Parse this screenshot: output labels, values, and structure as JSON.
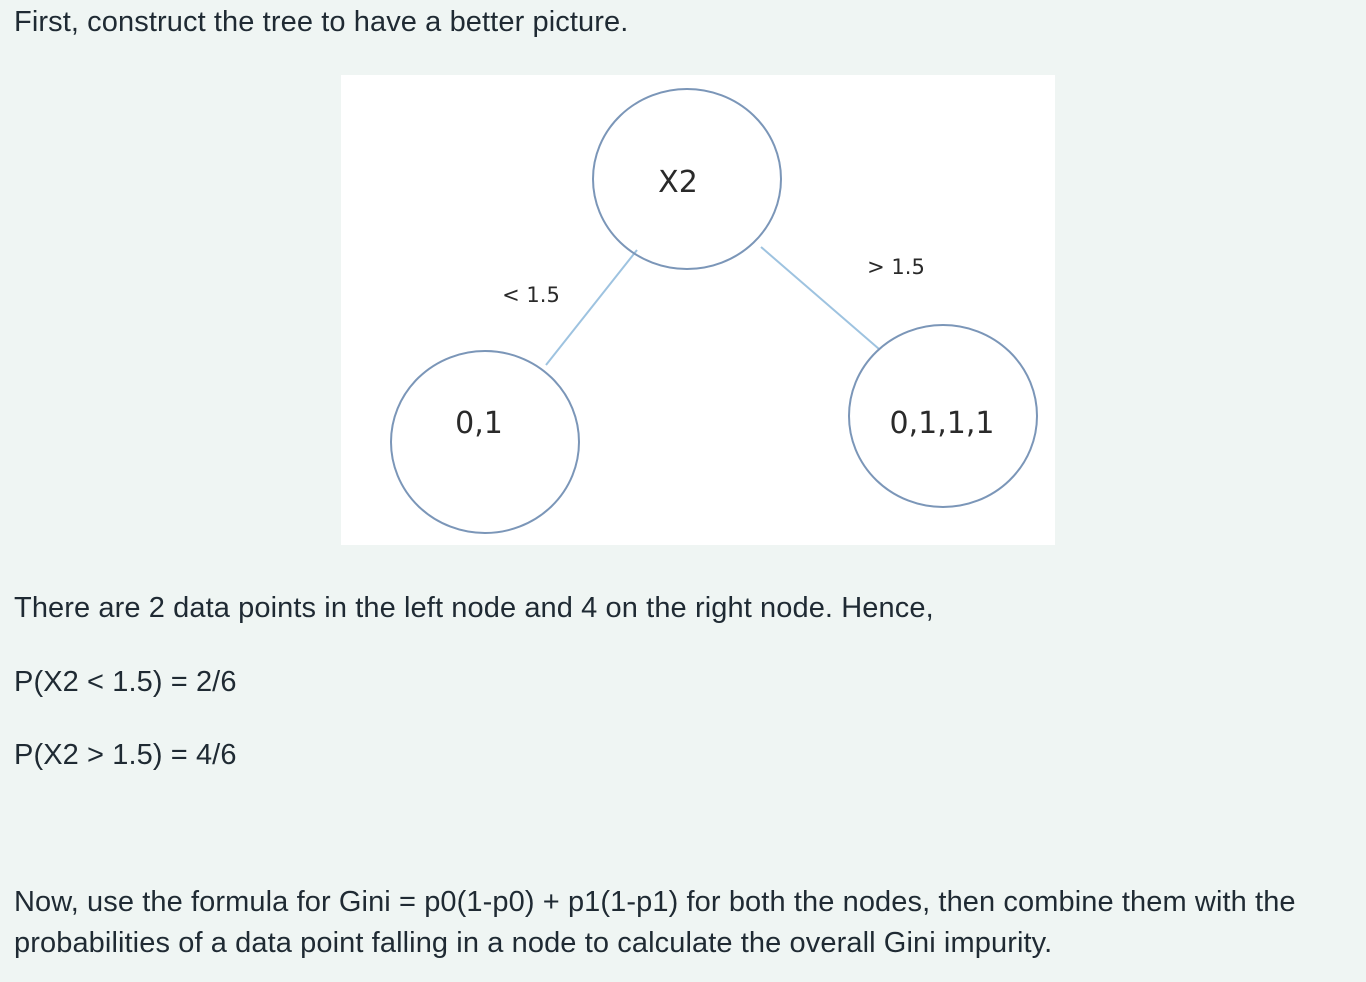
{
  "intro": "First, construct the tree to have a better picture.",
  "diagram": {
    "root": {
      "label": "X2"
    },
    "left_child": {
      "label": "0,1"
    },
    "right_child": {
      "label": "0,1,1,1"
    },
    "left_edge": {
      "label": "< 1.5"
    },
    "right_edge": {
      "label": "> 1.5"
    },
    "colors": {
      "node_stroke": "#7b96b8",
      "edge_stroke": "#9ec3e0",
      "canvas": "#ffffff",
      "page": "#eff5f3"
    }
  },
  "points_text": "There are 2 data points in the left node and 4 on the right node. Hence,",
  "probabilities": {
    "left": "P(X2 < 1.5) = 2/6",
    "right": "P(X2 > 1.5) = 4/6"
  },
  "formula_text": "Now, use the formula for Gini = p0(1-p0) + p1(1-p1) for both the nodes, then combine them with the probabilities of a data point falling in a node to calculate the overall Gini impurity."
}
